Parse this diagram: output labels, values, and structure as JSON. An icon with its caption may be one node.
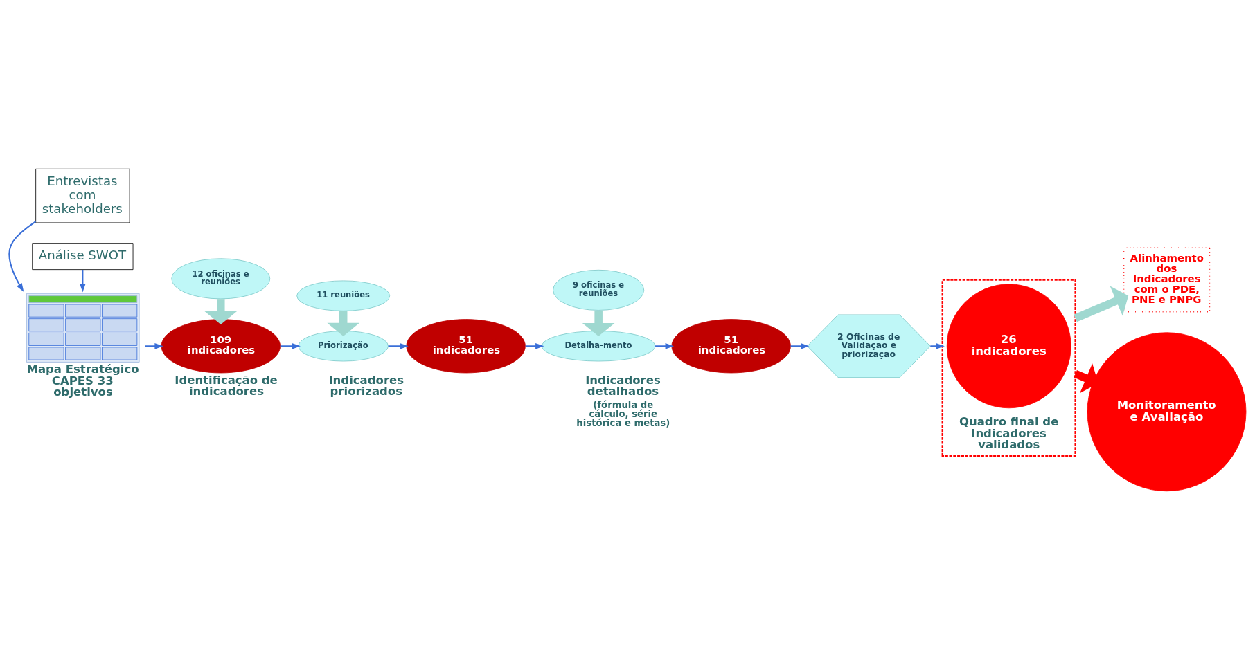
{
  "diagram": {
    "nodes": [
      {
        "text": [
          "Entrevistas com stakeholders"
        ]
      },
      {
        "text": [],
        "shape": "picture",
        "beside": [
          "Mapa Estratégico CAPES 33 objetivos"
        ]
      },
      {
        "text": [
          "Análise SWOT"
        ]
      },
      {
        "text": [
          "12 oficinas e reuniões"
        ]
      },
      {
        "text": [
          "11 reuniões"
        ]
      },
      {
        "text": [
          "9 oficinas e reuniões"
        ]
      },
      {
        "text": [
          "Alinhamento dos Indicadores com o PDE, PNE e PNPG"
        ]
      },
      {
        "text": [
          "109 indicadores"
        ],
        "beside": [
          "Identificação de indicadores"
        ]
      },
      {
        "text": [
          "Priorização"
        ]
      },
      {
        "text": [
          "51 indicadores"
        ],
        "beside": [
          "Indicadores priorizados"
        ]
      },
      {
        "text": [
          "Detalha-mento"
        ]
      },
      {
        "text": [
          "51 indicadores"
        ],
        "beside": [
          "Indicadores detalhados",
          "(fórmula de cálculo, série histórica e metas)"
        ]
      },
      {
        "text": [
          "2 Oficinas de Validação e priorização"
        ]
      },
      {
        "text": [],
        "shape": "box",
        "beside": [
          "Quadro final de Indicadores validados"
        ]
      },
      {
        "text": [
          "26 indicadores"
        ],
        "in": 13
      },
      {
        "text": [
          "Monitoramento e Avaliação"
        ]
      }
    ],
    "edges": [
      {
        "from": 0,
        "to": 1,
        "arrow": "to"
      },
      {
        "from": 2,
        "to": 1,
        "arrow": "to"
      },
      {
        "from": 1,
        "to": 7,
        "arrow": "to"
      },
      {
        "from": 3,
        "to": 7,
        "arrow": "to",
        "style": "thick",
        "color": "#9fd8d0"
      },
      {
        "from": 4,
        "to": 8,
        "arrow": "to",
        "style": "thick",
        "color": "#9fd8d0"
      },
      {
        "from": 7,
        "to": 8,
        "arrow": "to"
      },
      {
        "from": 8,
        "to": 9,
        "arrow": "to"
      },
      {
        "from": 9,
        "to": 10,
        "arrow": "to"
      },
      {
        "from": 5,
        "to": 10,
        "arrow": "to",
        "style": "thick",
        "color": "#9fd8d0"
      },
      {
        "from": 10,
        "to": 11,
        "arrow": "to"
      },
      {
        "from": 11,
        "to": 12,
        "arrow": "to"
      },
      {
        "from": 12,
        "to": 13,
        "arrow": "to"
      },
      {
        "from": 13,
        "to": 6,
        "arrow": "to",
        "style": "thick",
        "color": "#9fd8d0"
      },
      {
        "from": 13,
        "to": 15,
        "arrow": "to",
        "style": "thick",
        "color": "#ff0000"
      }
    ]
  }
}
